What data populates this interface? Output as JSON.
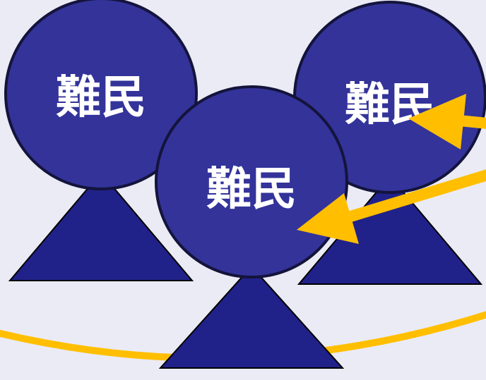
{
  "figures": [
    {
      "id": "left",
      "label": "難民"
    },
    {
      "id": "right",
      "label": "難民"
    },
    {
      "id": "center",
      "label": "難民"
    }
  ],
  "colors": {
    "background": "#ebebf5",
    "figure_fill": "#21218a",
    "head_fill": "#33339a",
    "outline": "#14143c",
    "arrow": "#ffbf00",
    "arc": "#ffbf00"
  }
}
